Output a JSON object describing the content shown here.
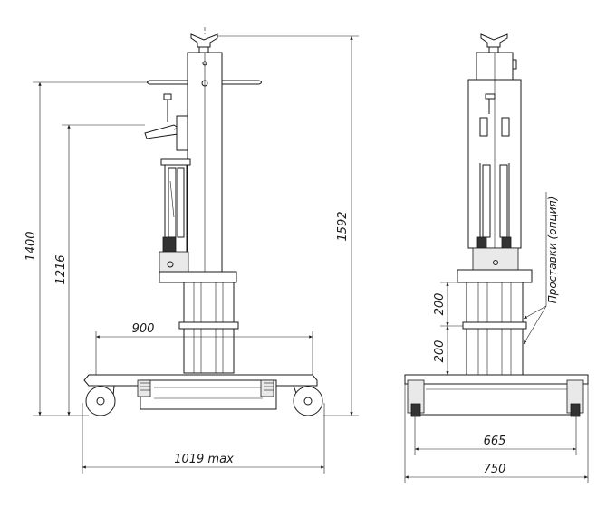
{
  "side_view": {
    "dim_overall_height": "1592",
    "dim_handle_height": "1400",
    "dim_pump_height": "1216",
    "dim_upper_width": "900",
    "dim_base_length": "1019 max"
  },
  "front_view": {
    "dim_spacer_upper": "200",
    "dim_spacer_lower": "200",
    "dim_wheel_track": "665",
    "dim_overall_width": "750",
    "spacer_note": "Проставки (опция)"
  }
}
